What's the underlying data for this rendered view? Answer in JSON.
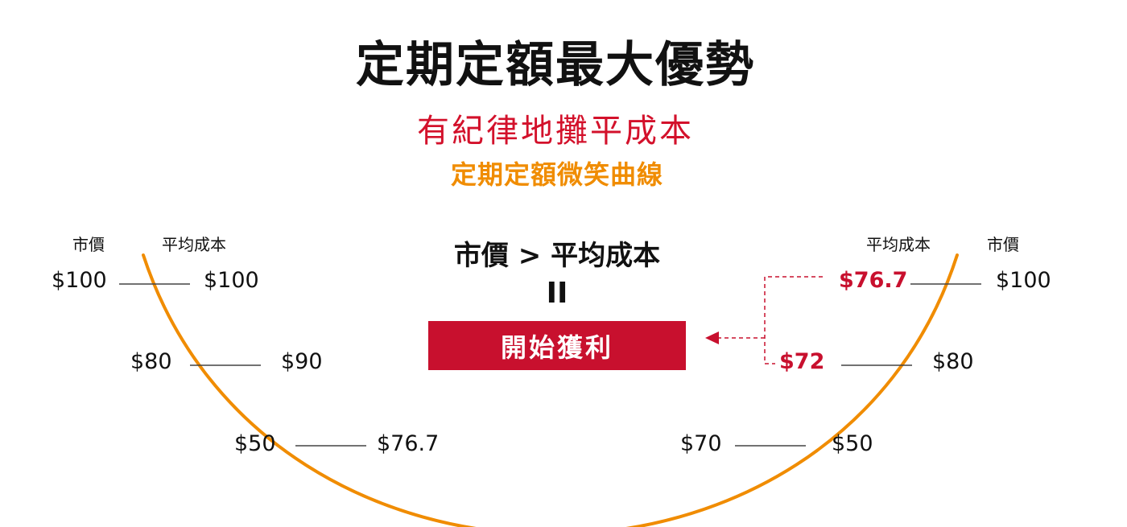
{
  "title": "定期定額最大優勢",
  "subtitle": "有紀律地攤平成本",
  "subtitle2": "定期定額微笑曲線",
  "left": {
    "header_market": "市價",
    "header_avg": "平均成本",
    "rows": [
      {
        "market": "$100",
        "avg": "$100"
      },
      {
        "market": "$80",
        "avg": "$90"
      },
      {
        "market": "$50",
        "avg": "$76.7"
      }
    ]
  },
  "right": {
    "header_avg": "平均成本",
    "header_market": "市價",
    "rows": [
      {
        "avg": "$76.7",
        "market": "$100"
      },
      {
        "avg": "$72",
        "market": "$80"
      },
      {
        "avg": "$70",
        "market": "$50"
      }
    ]
  },
  "center": {
    "headline": "市價 > 平均成本",
    "equals": "II",
    "profit_label": "開始獲利"
  },
  "colors": {
    "title": "#111111",
    "subtitle": "#d3112b",
    "subtitle2": "#f08c00",
    "curve": "#f08c00",
    "highlight": "#c8102e",
    "profit_box": "#c8102e",
    "line": "#444444"
  }
}
